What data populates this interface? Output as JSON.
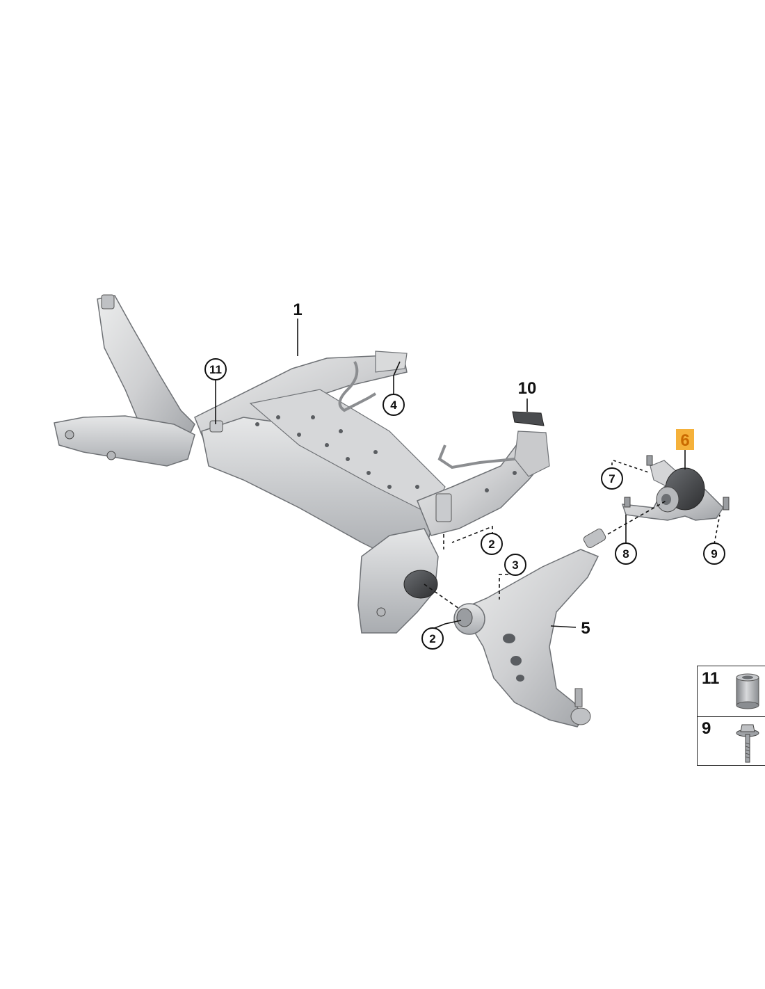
{
  "callouts": {
    "c1": "1",
    "c2a": "2",
    "c2b": "2",
    "c3": "3",
    "c4": "4",
    "c5": "5",
    "c6": "6",
    "c7": "7",
    "c8": "8",
    "c9": "9",
    "c10": "10",
    "c11": "11"
  },
  "legend": {
    "row1_num": "11",
    "row2_num": "9"
  },
  "colors": {
    "highlight": "#f5b13a",
    "metal_light": "#e3e4e6",
    "metal_mid": "#c2c4c7",
    "metal_dark": "#8c8f93",
    "rubber": "#3a3a3a"
  },
  "icons": {
    "bushing": "bushing-sleeve-icon",
    "bolt": "flange-bolt-icon"
  }
}
